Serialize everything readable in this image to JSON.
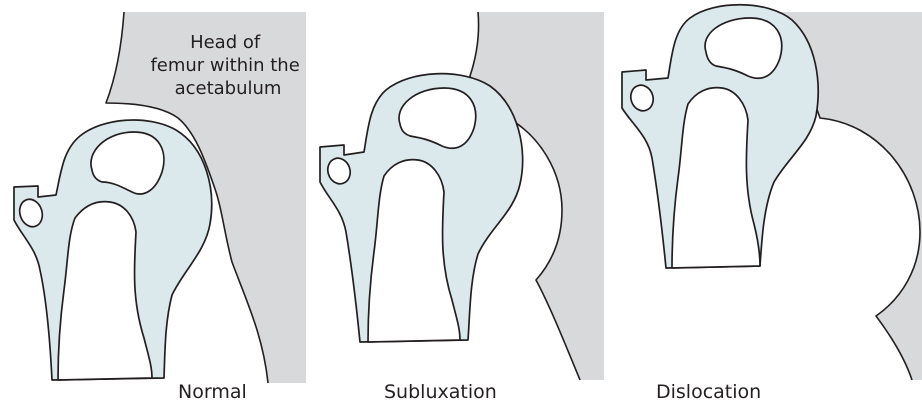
{
  "annotation": {
    "line1": "Head of",
    "line2": "femur within the",
    "line3": "acetabulum"
  },
  "panels": [
    {
      "caption": "Normal"
    },
    {
      "caption": "Subluxation"
    },
    {
      "caption": "Dislocation"
    }
  ],
  "colors": {
    "pelvis_fill": "#d8d9db",
    "cartilage_fill": "#dbe9ec",
    "outline": "#231f20",
    "bone_fill": "#ffffff"
  }
}
